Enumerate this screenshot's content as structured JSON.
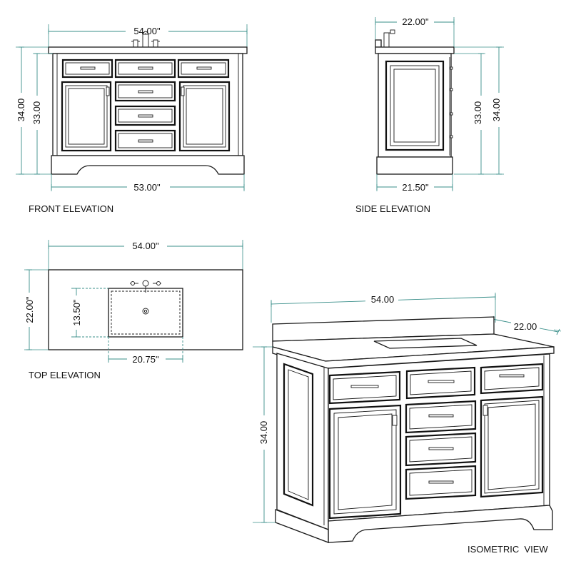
{
  "colors": {
    "line": "#1a1a1a",
    "dimension": "#3a8f8a",
    "background": "#ffffff"
  },
  "views": {
    "front": {
      "label": "FRONT ELEVATION",
      "width_top": "54.00\"",
      "width_base": "53.00\"",
      "height_total": "34.00",
      "height_cabinet": "33.00"
    },
    "side": {
      "label": "SIDE ELEVATION",
      "depth_top": "22.00\"",
      "depth_base": "21.50\"",
      "height_cabinet": "33.00",
      "height_total": "34.00"
    },
    "top": {
      "label": "TOP ELEVATION",
      "width": "54.00\"",
      "depth": "22.00\"",
      "sink_depth": "13.50\"",
      "sink_width": "20.75\""
    },
    "isometric": {
      "label": "ISOMETRIC  VIEW",
      "width": "54.00",
      "depth": "22.00",
      "height": "34.00"
    }
  }
}
